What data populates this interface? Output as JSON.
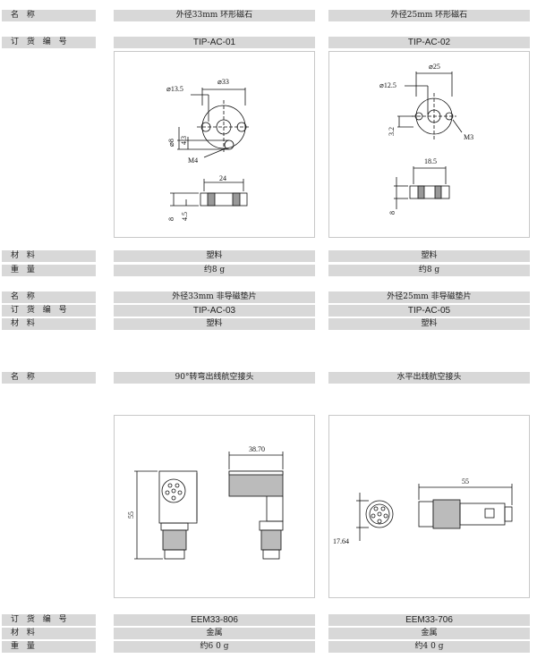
{
  "labels": {
    "name": "名  称",
    "order_no": "订  货  编  号",
    "material": "材  料",
    "weight": "重  量"
  },
  "section1": {
    "p1": {
      "name": "外径33mm 环形磁石",
      "order_no": "TIP-AC-01",
      "material": "塑料",
      "weight": "约8 g"
    },
    "p2": {
      "name": "外径25mm 环形磁石",
      "order_no": "TIP-AC-02",
      "material": "塑料",
      "weight": "约8 g"
    }
  },
  "section2": {
    "p1": {
      "name": "外径33mm 非导磁垫片",
      "order_no": "TIP-AC-03",
      "material": "塑料"
    },
    "p2": {
      "name": "外径25mm 非导磁垫片",
      "order_no": "TIP-AC-05",
      "material": "塑料"
    }
  },
  "section3": {
    "p1": {
      "name": "90°转弯出线航空接头",
      "order_no": "EEM33-806",
      "material": "金属",
      "weight": "约6 0 g"
    },
    "p2": {
      "name": "水平出线航空接头",
      "order_no": "EEM33-706",
      "material": "金属",
      "weight": "约4 0 g"
    }
  },
  "drawings": {
    "ac01": {
      "d_outer": "⌀33",
      "d_inner": "⌀13.5",
      "d_hole": "⌀8",
      "h_offset": "4.3",
      "thread": "M4",
      "width": "24",
      "h_total": "8",
      "h_half": "4.5"
    },
    "ac02": {
      "d_outer": "⌀25",
      "d_inner": "⌀12.5",
      "h_offset": "3.2",
      "thread": "M3",
      "width": "18.5",
      "h_total": "8"
    },
    "eem806": {
      "width": "38.70",
      "height": "55"
    },
    "eem706": {
      "length": "55",
      "dia": "17.64"
    }
  }
}
